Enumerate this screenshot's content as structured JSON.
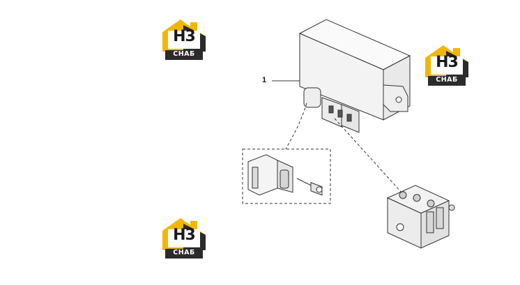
{
  "diagram": {
    "callouts": [
      {
        "id": "1",
        "label": "1"
      }
    ]
  },
  "logos": [
    {
      "name": "top-left-logo",
      "top_text": "H3",
      "bottom_text": "СНАБ"
    },
    {
      "name": "top-right-logo",
      "top_text": "H3",
      "bottom_text": "СНАБ"
    },
    {
      "name": "bottom-left-logo",
      "top_text": "H3",
      "bottom_text": "СНАБ"
    }
  ],
  "colors": {
    "logo_yellow": "#f2b705",
    "logo_dark": "#2b2b2b",
    "line": "#333333",
    "part_fill": "#f4f4f4"
  }
}
